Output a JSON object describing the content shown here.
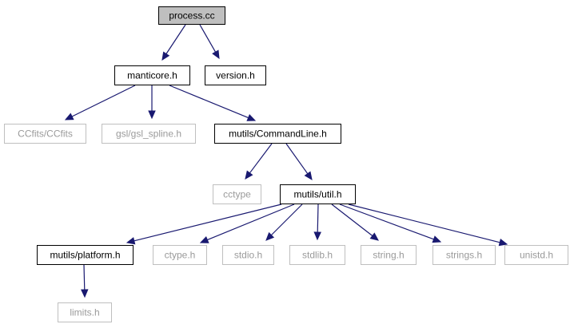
{
  "diagram": {
    "colors": {
      "edge": "#191970",
      "root_fill": "#bfbfbf",
      "included_border": "#000000",
      "system_border": "#bfbfbf",
      "system_text": "#9a9a9a"
    },
    "nodes": [
      {
        "id": "process-cc",
        "label": "process.cc",
        "kind": "root"
      },
      {
        "id": "manticore-h",
        "label": "manticore.h",
        "kind": "included"
      },
      {
        "id": "version-h",
        "label": "version.h",
        "kind": "included"
      },
      {
        "id": "ccfits",
        "label": "CCfits/CCfits",
        "kind": "system"
      },
      {
        "id": "gsl-spline",
        "label": "gsl/gsl_spline.h",
        "kind": "system"
      },
      {
        "id": "commandline-h",
        "label": "mutils/CommandLine.h",
        "kind": "included"
      },
      {
        "id": "cctype",
        "label": "cctype",
        "kind": "system"
      },
      {
        "id": "util-h",
        "label": "mutils/util.h",
        "kind": "included"
      },
      {
        "id": "platform-h",
        "label": "mutils/platform.h",
        "kind": "included"
      },
      {
        "id": "ctype-h",
        "label": "ctype.h",
        "kind": "system"
      },
      {
        "id": "stdio-h",
        "label": "stdio.h",
        "kind": "system"
      },
      {
        "id": "stdlib-h",
        "label": "stdlib.h",
        "kind": "system"
      },
      {
        "id": "string-h",
        "label": "string.h",
        "kind": "system"
      },
      {
        "id": "strings-h",
        "label": "strings.h",
        "kind": "system"
      },
      {
        "id": "unistd-h",
        "label": "unistd.h",
        "kind": "system"
      },
      {
        "id": "limits-h",
        "label": "limits.h",
        "kind": "system"
      }
    ],
    "edges": [
      {
        "from": "process-cc",
        "to": "manticore-h"
      },
      {
        "from": "process-cc",
        "to": "version-h"
      },
      {
        "from": "manticore-h",
        "to": "ccfits"
      },
      {
        "from": "manticore-h",
        "to": "gsl-spline"
      },
      {
        "from": "manticore-h",
        "to": "commandline-h"
      },
      {
        "from": "commandline-h",
        "to": "cctype"
      },
      {
        "from": "commandline-h",
        "to": "util-h"
      },
      {
        "from": "util-h",
        "to": "platform-h"
      },
      {
        "from": "util-h",
        "to": "ctype-h"
      },
      {
        "from": "util-h",
        "to": "stdio-h"
      },
      {
        "from": "util-h",
        "to": "stdlib-h"
      },
      {
        "from": "util-h",
        "to": "string-h"
      },
      {
        "from": "util-h",
        "to": "strings-h"
      },
      {
        "from": "util-h",
        "to": "unistd-h"
      },
      {
        "from": "platform-h",
        "to": "limits-h"
      }
    ]
  }
}
